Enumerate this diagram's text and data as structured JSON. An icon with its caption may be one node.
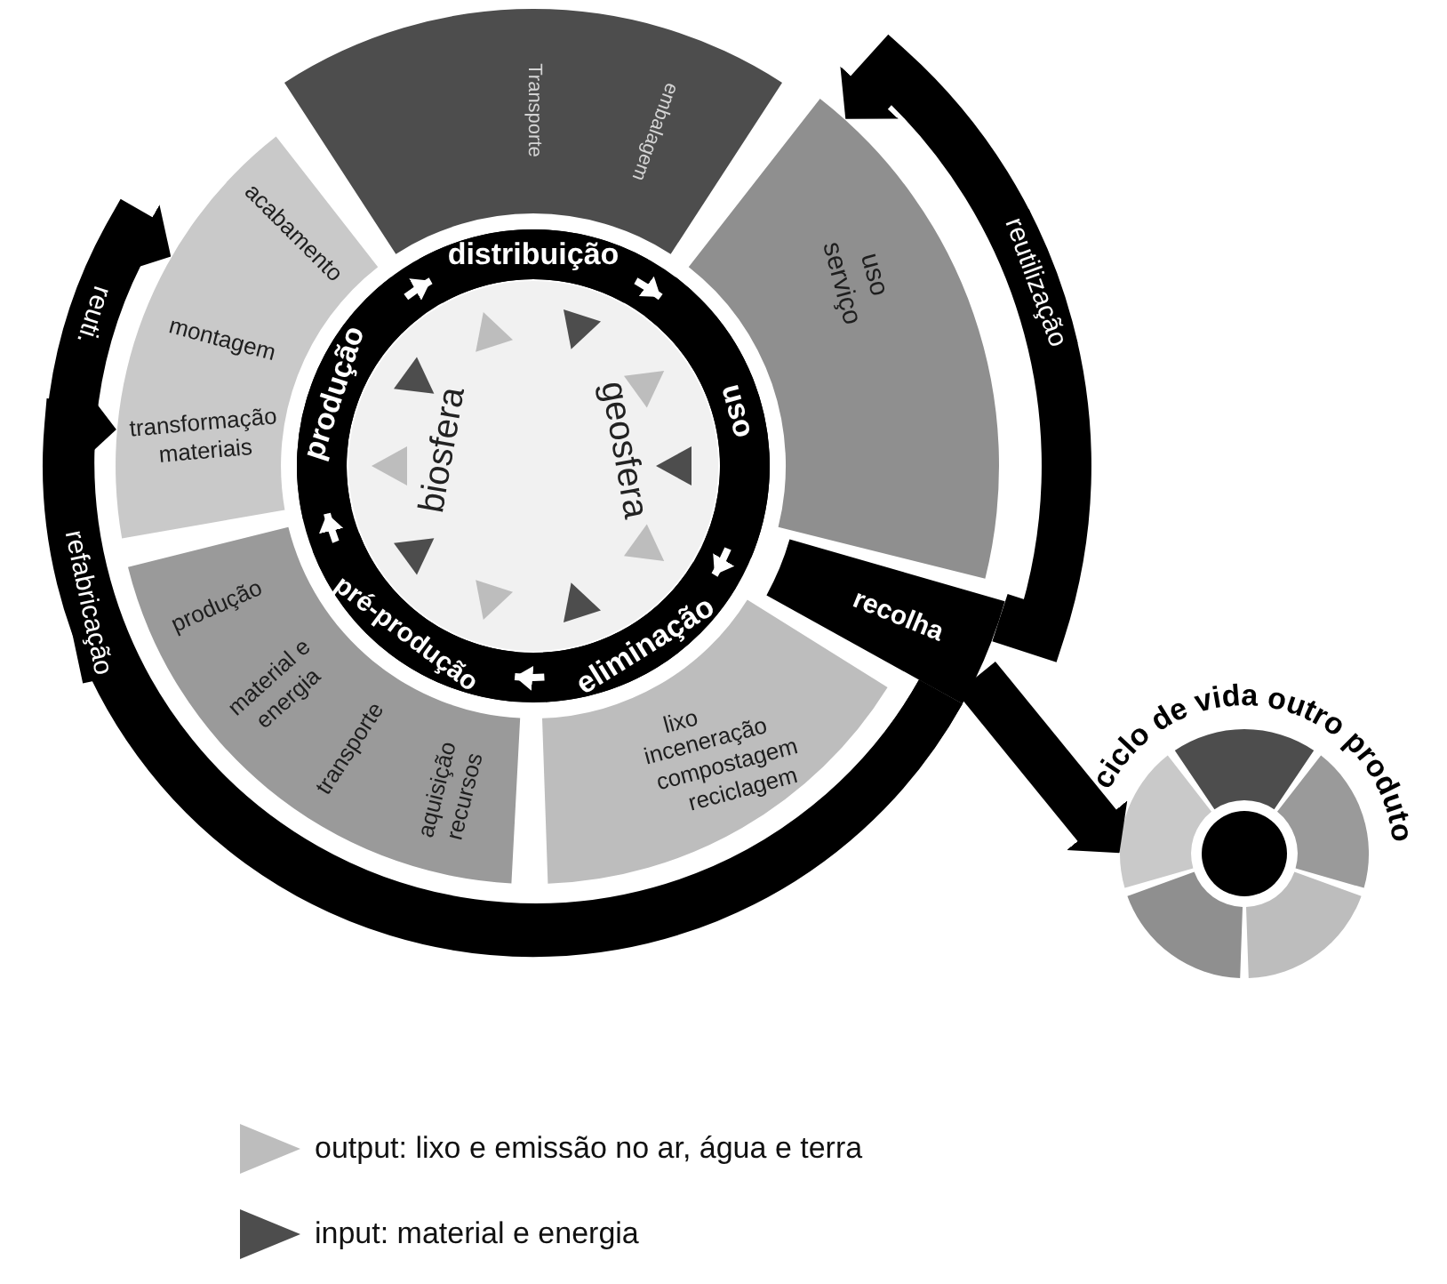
{
  "diagram": {
    "nodes": [
      {
        "text": [
          "biosfera",
          "geosfera"
        ]
      },
      {
        "text": [
          "produção"
        ]
      },
      {
        "text": [
          "distribuição"
        ]
      },
      {
        "text": [
          "uso"
        ]
      },
      {
        "text": [
          "eliminação"
        ]
      },
      {
        "text": [
          "pré-produção"
        ]
      },
      {
        "text": [
          "acabamento",
          "montagem",
          "transformação materiais"
        ]
      },
      {
        "text": [
          "Transporte",
          "embalagem"
        ]
      },
      {
        "text": [
          "uso serviço"
        ]
      },
      {
        "text": [
          "lixo",
          "inceneração",
          "compostagem",
          "reciclagem"
        ]
      },
      {
        "text": [
          "produção",
          "material e energia",
          "transporte",
          "aquisição recursos"
        ]
      },
      {
        "text": [
          "recolha"
        ]
      },
      {
        "text": [
          "ciclo de vida outro produto"
        ]
      }
    ],
    "edges": [
      {
        "from": 5,
        "to": 1,
        "arrow": "to"
      },
      {
        "from": 1,
        "to": 2,
        "arrow": "to"
      },
      {
        "from": 2,
        "to": 3,
        "arrow": "to"
      },
      {
        "from": 3,
        "to": 4,
        "arrow": "to"
      },
      {
        "from": 4,
        "to": 5,
        "arrow": "to"
      },
      {
        "from": 11,
        "to": 6,
        "arrow": "to",
        "label": "refabricação",
        "style": "thick",
        "color": "#000000"
      },
      {
        "from": 11,
        "to": 6,
        "arrow": "to",
        "label": "reuti.",
        "style": "thick",
        "color": "#000000"
      },
      {
        "from": 11,
        "to": 8,
        "arrow": "to",
        "label": "reutilização",
        "style": "thick",
        "color": "#000000"
      },
      {
        "from": 11,
        "to": 12,
        "arrow": "to",
        "style": "thick",
        "color": "#000000"
      }
    ],
    "legend": [
      {
        "text": "output: lixo e emissão no ar, água e terra",
        "color": "#bdbdbd"
      },
      {
        "text": "input: material e energia",
        "color": "#4d4d4d"
      }
    ]
  }
}
